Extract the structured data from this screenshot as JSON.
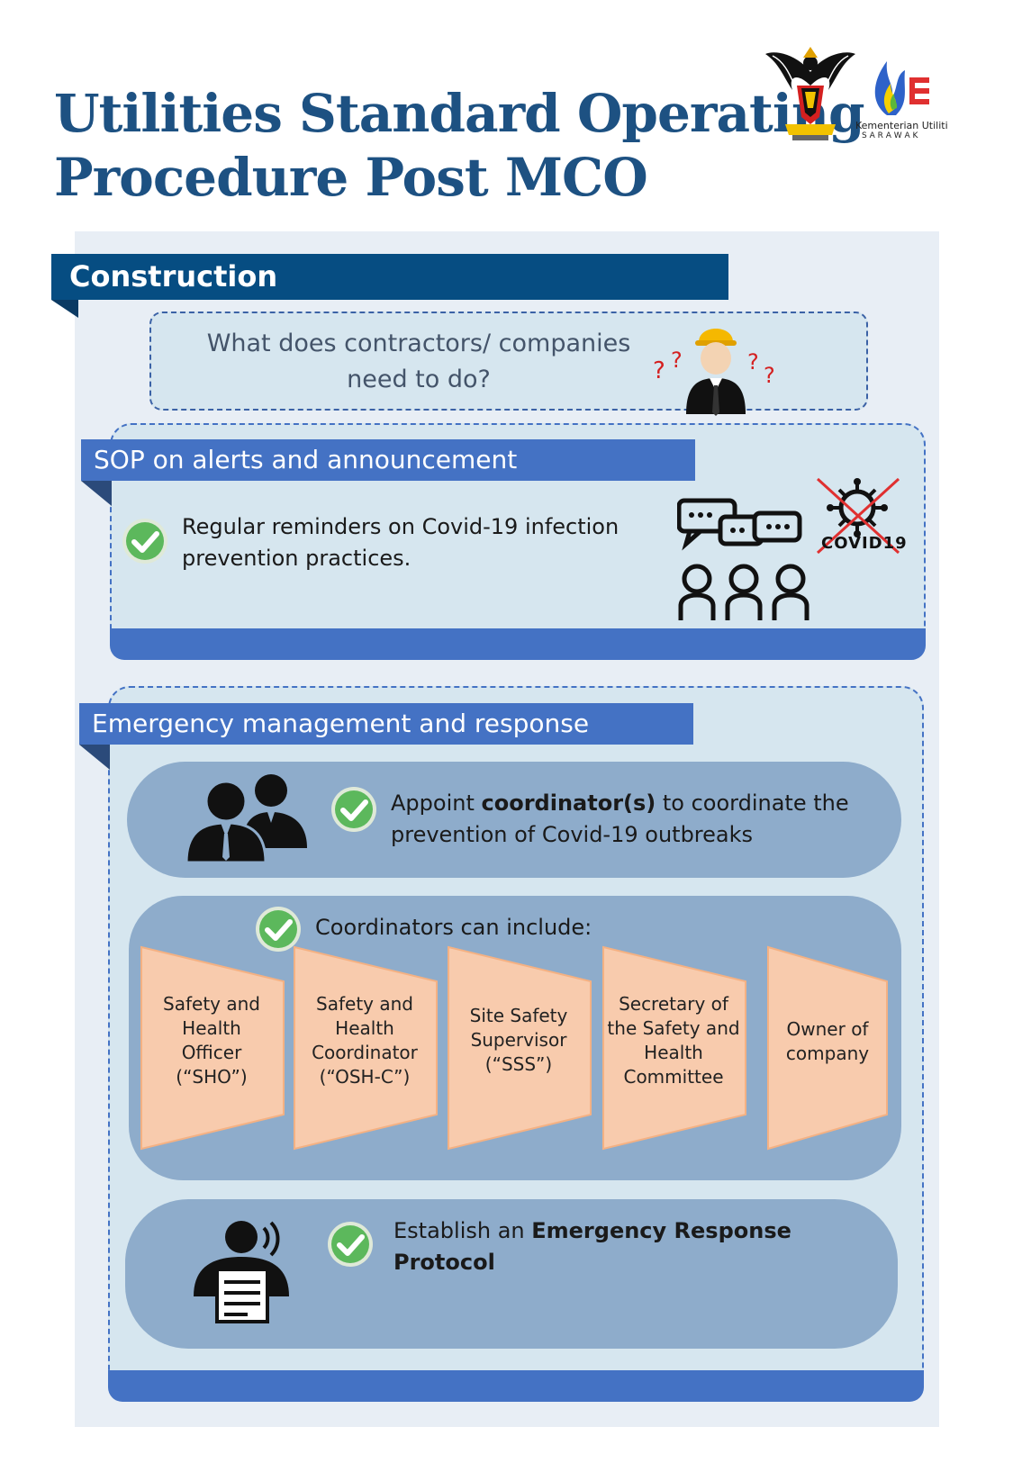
{
  "header": {
    "title_line1": "Utilities Standard Operating",
    "title_line2": "Procedure Post MCO",
    "logo_text_line1": "Kementerian Utiliti",
    "logo_text_line2": "S A R A W A K"
  },
  "section": {
    "banner": "Construction",
    "question_line1": "What does contractors/ companies",
    "question_line2": "need to do?",
    "question_marks": "? ?"
  },
  "alerts": {
    "heading": "SOP on alerts and announcement",
    "item_line1": "Regular reminders on Covid-19 infection",
    "item_line2": "prevention practices.",
    "covid_label": "COVID19"
  },
  "emergency": {
    "heading": "Emergency management and response",
    "appoint_pre": "Appoint ",
    "appoint_bold": "coordinator(s)",
    "appoint_post": " to coordinate the",
    "appoint_line2": "prevention of Covid-19 outbreaks",
    "coordinators_heading": "Coordinators can include:",
    "coordinators": [
      {
        "l1": "Safety and",
        "l2": "Health",
        "l3": "Officer",
        "l4": "(“SHO”)"
      },
      {
        "l1": "Safety and",
        "l2": "Health",
        "l3": "Coordinator",
        "l4": "(“OSH-C”)"
      },
      {
        "l1": "Site Safety",
        "l2": "Supervisor",
        "l3": "(“SSS”)",
        "l4": ""
      },
      {
        "l1": "Secretary of",
        "l2": "the Safety and",
        "l3": "Health",
        "l4": "Committee"
      },
      {
        "l1": "Owner of",
        "l2": "company",
        "l3": "",
        "l4": ""
      }
    ],
    "protocol_pre": "Establish an ",
    "protocol_bold1": "Emergency Response",
    "protocol_bold2": "Protocol"
  },
  "colors": {
    "title": "#1d5182",
    "banner": "#064d82",
    "sub_banner": "#4472c4",
    "pill": "#8eaccb",
    "trapezoid_fill": "#f8cbad",
    "trapezoid_stroke": "#f4b183",
    "check_green": "#5cb85c"
  },
  "icons": [
    "kenyalang-emblem-icon",
    "kementerian-utiliti-logo-icon",
    "worker-helmet-icon",
    "chat-bubbles-icon",
    "group-people-icon",
    "covid-crossed-icon",
    "businessmen-icon",
    "announcer-reading-icon",
    "check-icon"
  ]
}
